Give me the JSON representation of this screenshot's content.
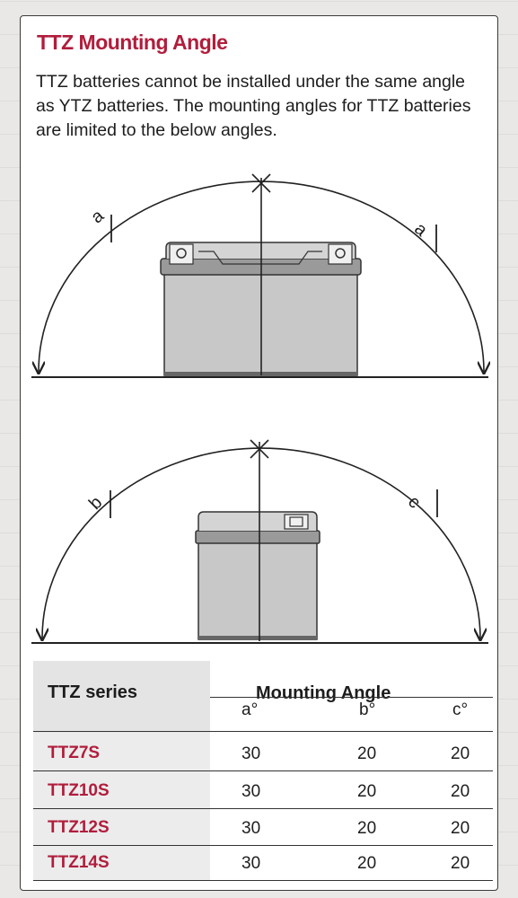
{
  "title": "TTZ Mounting Angle",
  "intro": "TTZ batteries cannot be installed under the same angle as YTZ batteries. The mounting angles for TTZ batteries are limited to the below angles.",
  "diagram1": {
    "left_label": "a",
    "right_label": "a"
  },
  "diagram2": {
    "left_label": "b",
    "right_label": "c"
  },
  "table": {
    "series_header": "TTZ series",
    "angle_header": "Mounting Angle",
    "col_a": "a°",
    "col_b": "b°",
    "col_c": "c°",
    "rows": [
      {
        "model": "TTZ7S",
        "a": "30",
        "b": "20",
        "c": "20"
      },
      {
        "model": "TTZ10S",
        "a": "30",
        "b": "20",
        "c": "20"
      },
      {
        "model": "TTZ12S",
        "a": "30",
        "b": "20",
        "c": "20"
      },
      {
        "model": "TTZ14S",
        "a": "30",
        "b": "20",
        "c": "20"
      }
    ]
  },
  "colors": {
    "accent": "#b11d3c",
    "battery_body": "#c8c8c8",
    "battery_lid": "#9a9a9a"
  }
}
